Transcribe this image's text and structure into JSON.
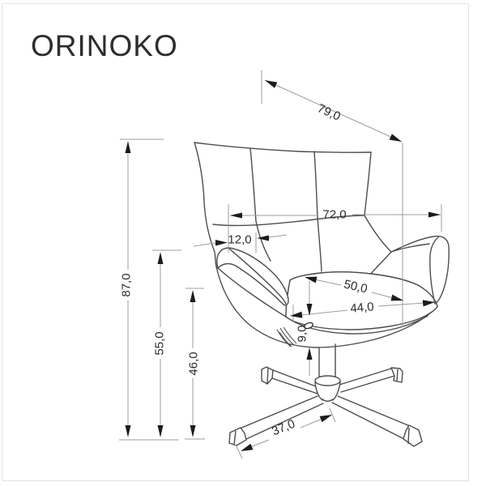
{
  "title": "ORINOKO",
  "dimensions": {
    "d79": "79,0",
    "d87": "87,0",
    "d72": "72,0",
    "d12": "12,0",
    "d55": "55,0",
    "d46": "46,0",
    "d50": "50,0",
    "d44": "44,0",
    "d9": "9,0",
    "d37": "37,0"
  },
  "colors": {
    "line": "#4d4d4d",
    "dim-line": "#989ea1",
    "arrow": "#1c1c1c",
    "text": "#2d2d2d",
    "border": "#e4e4e4"
  }
}
